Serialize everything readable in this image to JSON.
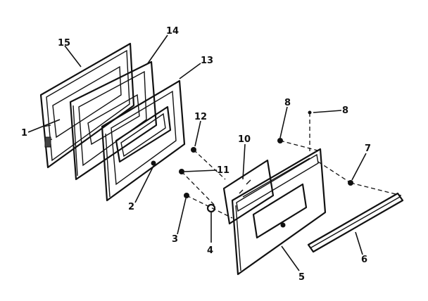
{
  "callouts": [
    {
      "id": "c1",
      "text": "1"
    },
    {
      "id": "c2",
      "text": "2"
    },
    {
      "id": "c3",
      "text": "3"
    },
    {
      "id": "c4",
      "text": "4"
    },
    {
      "id": "c5",
      "text": "5"
    },
    {
      "id": "c6",
      "text": "6"
    },
    {
      "id": "c7",
      "text": "7"
    },
    {
      "id": "c8a",
      "text": "8"
    },
    {
      "id": "c8b",
      "text": "8"
    },
    {
      "id": "c10",
      "text": "10"
    },
    {
      "id": "c11",
      "text": "11"
    },
    {
      "id": "c12",
      "text": "12"
    },
    {
      "id": "c13",
      "text": "13"
    },
    {
      "id": "c14",
      "text": "14"
    },
    {
      "id": "c15",
      "text": "15"
    }
  ]
}
